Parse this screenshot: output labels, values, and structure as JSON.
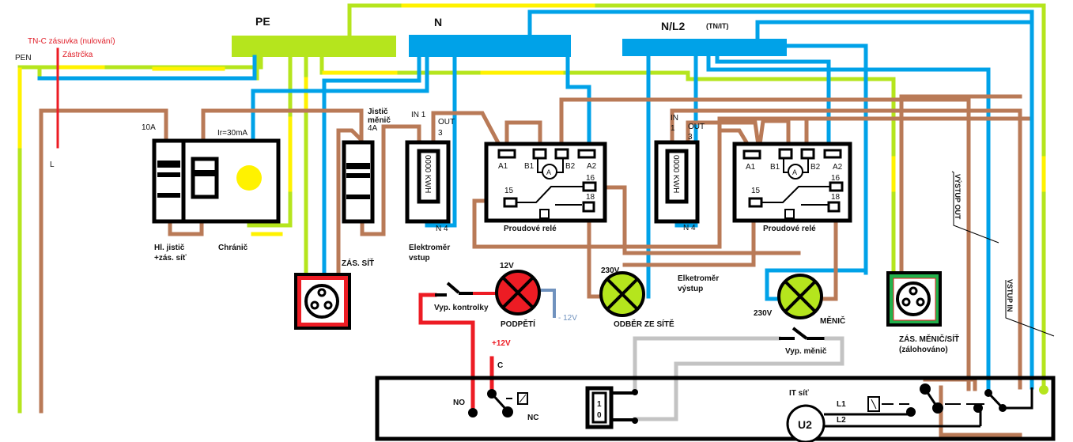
{
  "colors": {
    "pe": "#b5e51d",
    "pe_stripe": "#fff200",
    "neutral": "#00a2e8",
    "line": "#b97a57",
    "control_12v": "#ed1c24",
    "minus_12v": "#7092be",
    "switch_wire": "#c3c3c3",
    "lamp_red": "#ed1c24",
    "lamp_green": "#b5e51d",
    "socket_grid": "#ed1c24",
    "socket_backup": "#22b14c"
  },
  "header": {
    "tn_c_socket": "TN-C zásuvka (nulování)",
    "plug": "Zástrčka",
    "pen": "PEN",
    "l": "L"
  },
  "busbars": {
    "pe": "PE",
    "n": "N",
    "nl2": "N/L2",
    "nl2_note": "(TN/IT)"
  },
  "breakers": {
    "main_rating": "10A",
    "main_label_1": "Hl. jistič",
    "main_label_2": "+zás. síť",
    "rcd_rating": "Ir=30mA",
    "rcd_label": "Chránič",
    "inverter_breaker_1": "Jistič",
    "inverter_breaker_2": "měnič",
    "inverter_breaker_3": "4A"
  },
  "meter_in": {
    "in": "IN 1",
    "out": "OUT",
    "out_num": "3",
    "n": "N 4",
    "display": "0000 KWH",
    "label_1": "Elektroměr",
    "label_2": "vstup"
  },
  "meter_out": {
    "in": "IN",
    "in_num": "1",
    "out": "OUT",
    "out_num": "3",
    "n": "N 4",
    "display": "0000 KWH",
    "label_1": "Elketroměr",
    "label_2": "výstup"
  },
  "relay1": {
    "a1": "A1",
    "b1": "B1",
    "b2": "B2",
    "a2": "A2",
    "t16": "16",
    "t15": "15",
    "t18": "18",
    "ammeter": "A",
    "label": "Proudové relé"
  },
  "relay2": {
    "a1": "A1",
    "b1": "B1",
    "b2": "B2",
    "a2": "A2",
    "t16": "16",
    "t15": "15",
    "t18": "18",
    "ammeter": "A",
    "label": "Proudové relé"
  },
  "sockets": {
    "grid": "ZÁS. SÍŤ",
    "backup_1": "ZÁS. MĚNIČ/SÍŤ",
    "backup_2": "(zálohováno)"
  },
  "lamps": {
    "undervoltage_v": "12V",
    "undervoltage": "PODPĚTÍ",
    "minus12": "- 12V",
    "plus12": "+12V",
    "grid_v": "230V",
    "grid": "ODBĚR ZE SÍTĚ",
    "inverter_v": "230V",
    "inverter": "MĚNIČ"
  },
  "switches": {
    "lamps": "Vyp. kontrolky",
    "inverter": "Vyp. měnič"
  },
  "inverter_unit": {
    "c": "C",
    "no": "NO",
    "nc": "NC",
    "switch_on": "1",
    "switch_off": "0",
    "it_net": "IT síť",
    "l1": "L1",
    "l2": "L2",
    "source": "U2"
  },
  "outputs": {
    "out": "VÝSTUP OUT",
    "in": "VSTUP IN"
  }
}
